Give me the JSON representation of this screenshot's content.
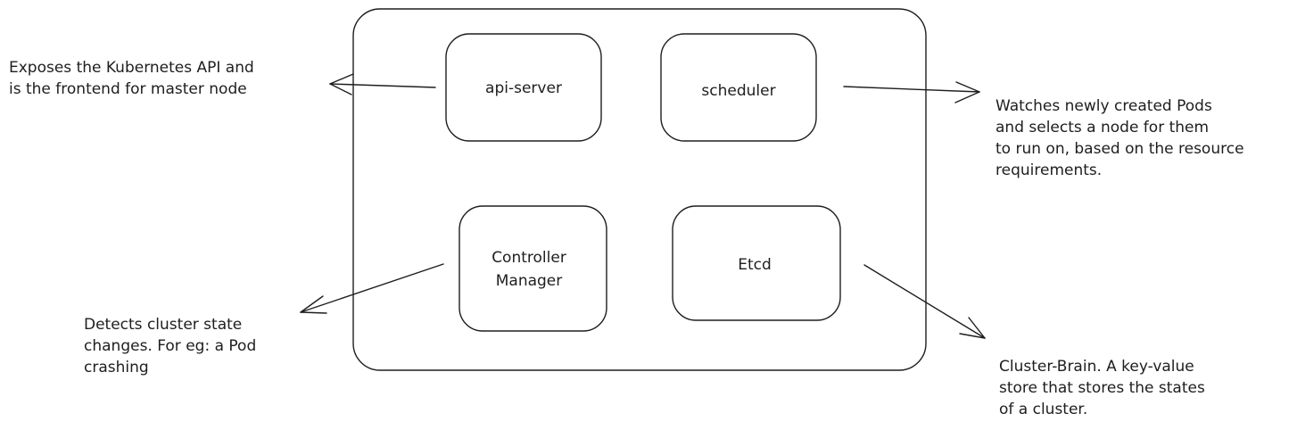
{
  "components": {
    "api_server": "api-server",
    "scheduler": "scheduler",
    "controller_manager": [
      "Controller",
      "Manager"
    ],
    "etcd": "Etcd"
  },
  "annotations": {
    "api_server": [
      "Exposes the Kubernetes API and",
      "is the frontend for master node"
    ],
    "scheduler": [
      "Watches newly created Pods",
      "and selects a node for them",
      "to run on, based on the resource",
      "requirements."
    ],
    "controller_manager": [
      "Detects cluster state",
      "changes. For eg: a Pod",
      "crashing"
    ],
    "etcd": [
      "Cluster-Brain. A key-value",
      "store that stores the states",
      "of a cluster."
    ]
  },
  "colors": {
    "stroke": "#1e1e1e",
    "background": "#ffffff"
  }
}
